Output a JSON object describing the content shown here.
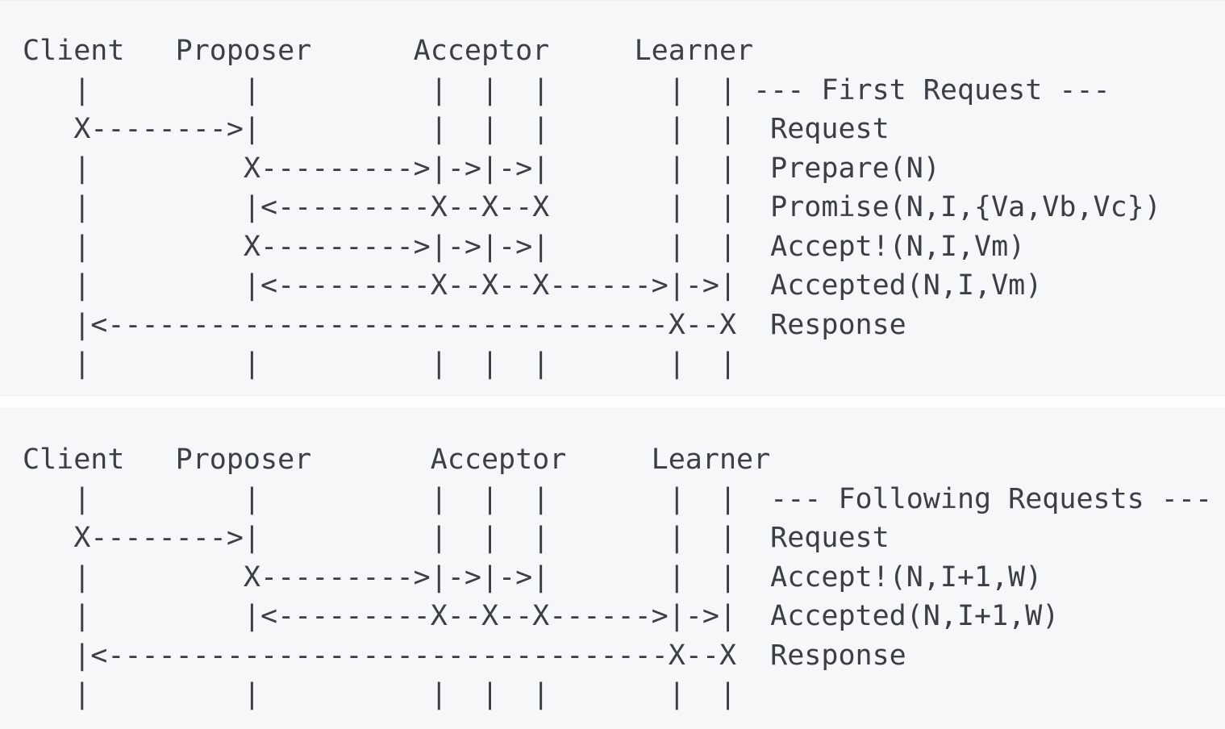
{
  "page": {
    "background": "#fbfcfd",
    "block_background": "#f5f7f9",
    "text_color": "#3a4046"
  },
  "diagrams": [
    {
      "id": "first-request",
      "title": "--- First Request ---",
      "actors": [
        "Client",
        "Proposer",
        "Acceptor",
        "Learner"
      ],
      "messages": [
        "Request",
        "Prepare(N)",
        "Promise(N,I,{Va,Vb,Vc})",
        "Accept!(N,I,Vm)",
        "Accepted(N,I,Vm)",
        "Response"
      ],
      "lines": [
        "Client   Proposer      Acceptor     Learner",
        "   |         |          |  |  |       |  | --- First Request ---",
        "   X-------->|          |  |  |       |  |  Request",
        "   |         X--------->|->|->|       |  |  Prepare(N)",
        "   |         |<---------X--X--X       |  |  Promise(N,I,{Va,Vb,Vc})",
        "   |         X--------->|->|->|       |  |  Accept!(N,I,Vm)",
        "   |         |<---------X--X--X------>|->|  Accepted(N,I,Vm)",
        "   |<---------------------------------X--X  Response",
        "   |         |          |  |  |       |  |"
      ]
    },
    {
      "id": "following-requests",
      "title": "--- Following Requests ---",
      "actors": [
        "Client",
        "Proposer",
        "Acceptor",
        "Learner"
      ],
      "messages": [
        "Request",
        "Accept!(N,I+1,W)",
        "Accepted(N,I+1,W)",
        "Response"
      ],
      "lines": [
        "Client   Proposer       Acceptor     Learner",
        "   |         |          |  |  |       |  |  --- Following Requests ---",
        "   X-------->|          |  |  |       |  |  Request",
        "   |         X--------->|->|->|       |  |  Accept!(N,I+1,W)",
        "   |         |<---------X--X--X------>|->|  Accepted(N,I+1,W)",
        "   |<---------------------------------X--X  Response",
        "   |         |          |  |  |       |  |"
      ]
    }
  ]
}
